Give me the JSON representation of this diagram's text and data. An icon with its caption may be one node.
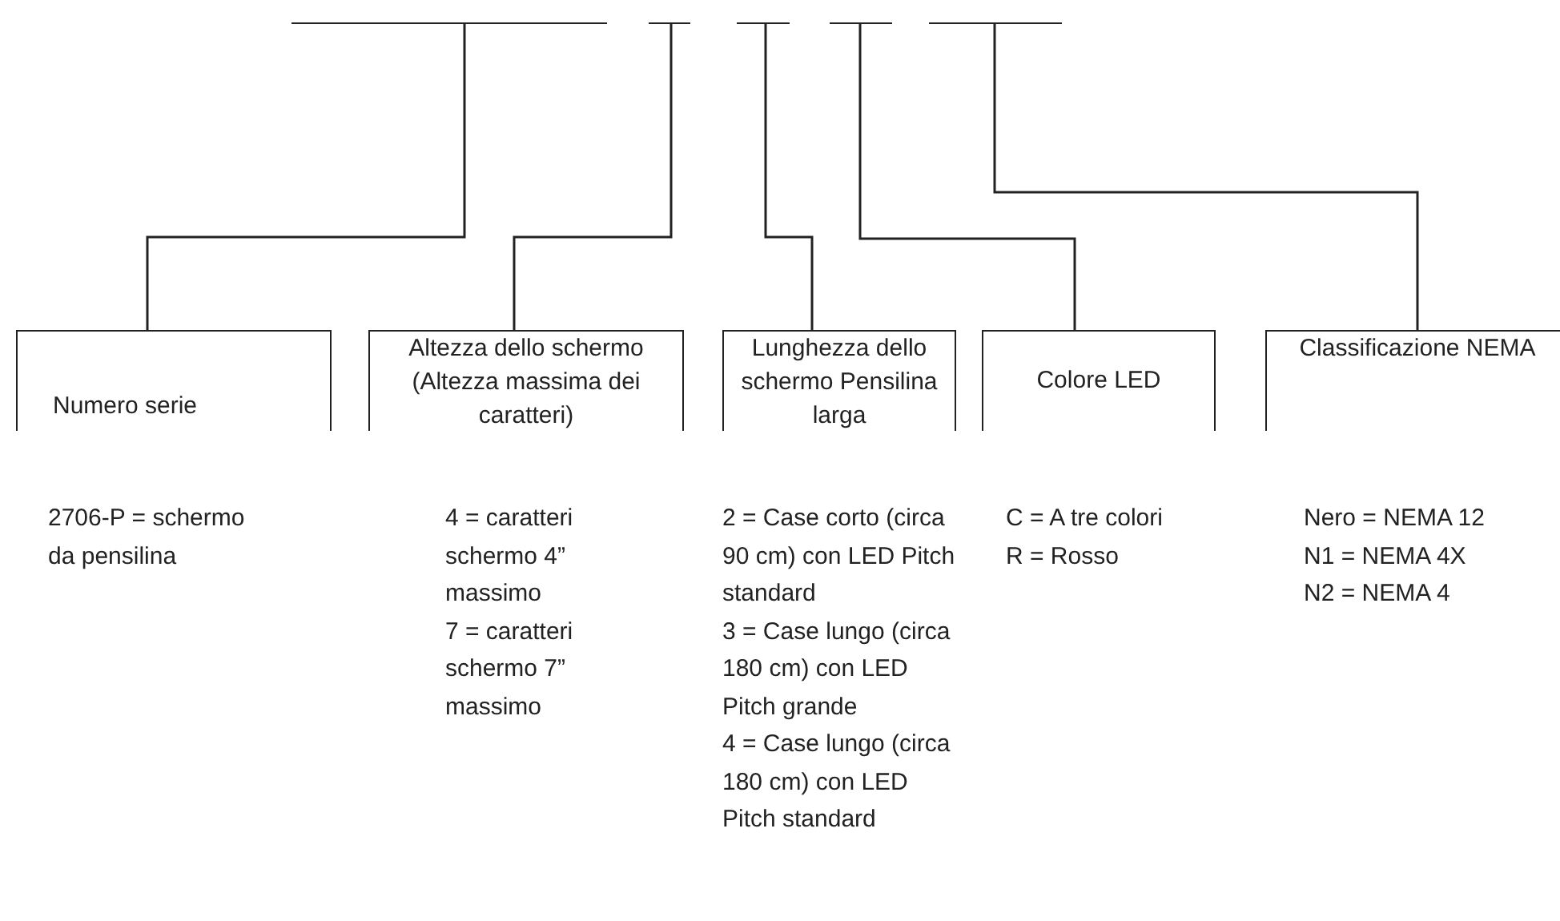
{
  "diagram": {
    "nodes": [
      {
        "text": [],
        "shape": "bar"
      },
      {
        "text": [],
        "shape": "bar"
      },
      {
        "text": [],
        "shape": "bar"
      },
      {
        "text": [],
        "shape": "bar"
      },
      {
        "text": [],
        "shape": "bar"
      },
      {
        "text": [
          "Numero serie"
        ],
        "beside": [
          "2706-P = schermo da pensilina"
        ]
      },
      {
        "text": [
          "Altezza dello schermo (Altezza massima dei caratteri)"
        ],
        "beside": [
          "4 = caratteri schermo 4” massimo",
          "7 = caratteri schermo 7” massimo"
        ]
      },
      {
        "text": [
          "Lunghezza dello schermo Pensilina larga"
        ],
        "beside": [
          "2 = Case corto (circa 90 cm) con LED Pitch standard",
          "3 = Case lungo (circa 180 cm) con LED Pitch grande",
          "4 = Case lungo (circa 180 cm) con LED Pitch standard"
        ]
      },
      {
        "text": [
          "Colore LED"
        ],
        "beside": [
          "C = A tre colori",
          "R = Rosso"
        ]
      },
      {
        "text": [
          "Classificazione NEMA"
        ],
        "beside": [
          "Nero = NEMA 12",
          "N1 = NEMA 4X",
          "N2 = NEMA 4"
        ]
      }
    ],
    "edges": [
      {
        "from": 0,
        "to": 5,
        "arrow": "none"
      },
      {
        "from": 1,
        "to": 6,
        "arrow": "none"
      },
      {
        "from": 2,
        "to": 7,
        "arrow": "none"
      },
      {
        "from": 3,
        "to": 8,
        "arrow": "none"
      },
      {
        "from": 4,
        "to": 9,
        "arrow": "none"
      }
    ]
  }
}
